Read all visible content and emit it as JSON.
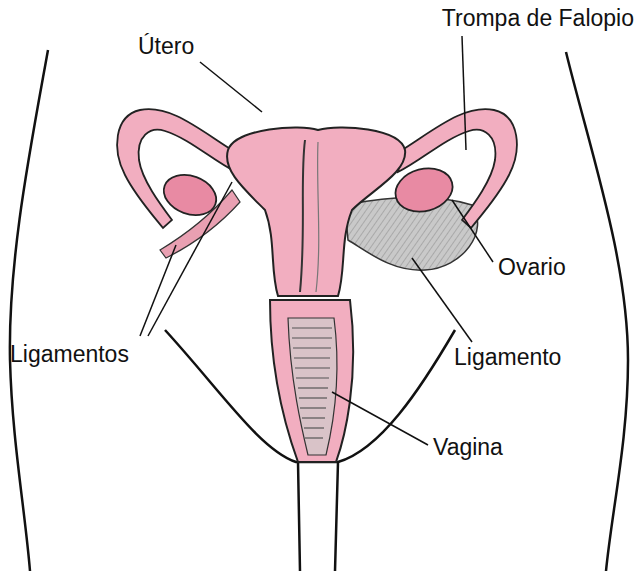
{
  "diagram": {
    "labels": [
      "Trompa de Falopio",
      "Útero",
      "Ovario",
      "Ligamentos",
      "Ligamento",
      "Vagina"
    ]
  }
}
